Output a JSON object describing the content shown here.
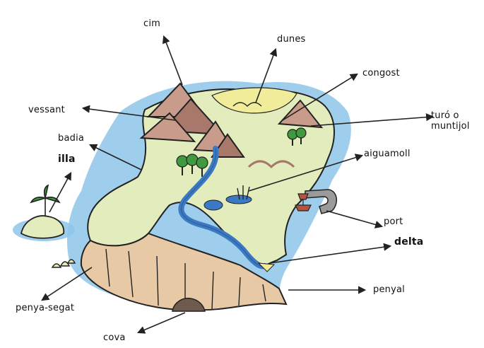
{
  "labels": {
    "cim": "cim",
    "dunes": "dunes",
    "congost": "congost",
    "vessant": "vessant",
    "turo": "turó o muntijol",
    "badia": "badia",
    "illa": "illa",
    "aiguamoll": "aiguamoll",
    "port": "port",
    "delta": "delta",
    "penyal": "penyal",
    "penya_segat": "penya-segat",
    "cova": "cova"
  },
  "colors": {
    "sea": "#8ec5ea",
    "land": "#e3ecbc",
    "mountain": "#c99b8a",
    "mountain_shadow": "#a8796b",
    "dunes": "#f0ec9a",
    "river": "#3b79c4",
    "cliff": "#e8c9a6",
    "tree": "#3f9a3f",
    "outline": "#222222"
  }
}
